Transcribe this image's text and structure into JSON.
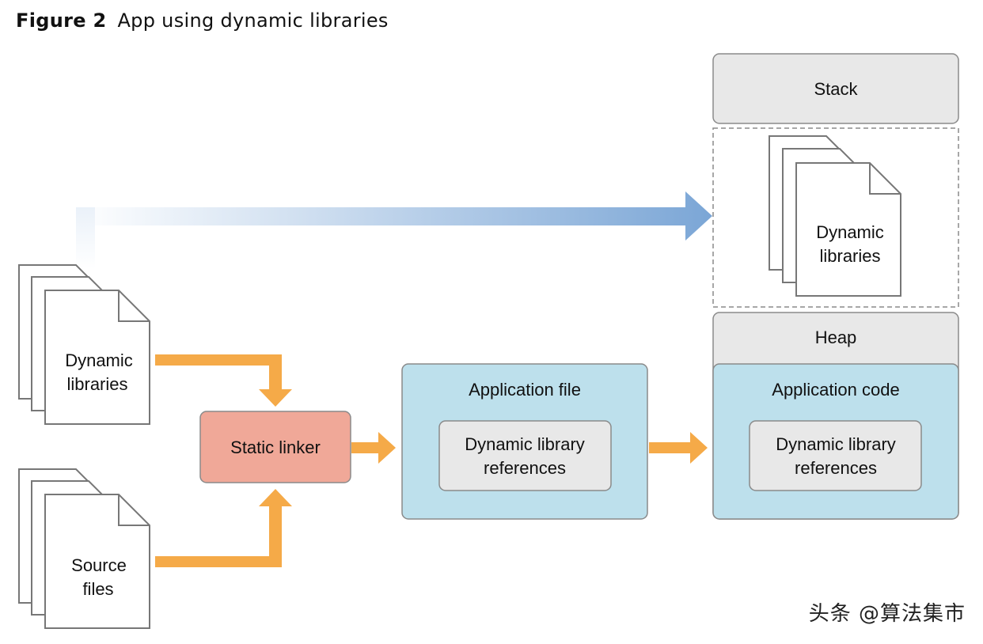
{
  "figure": {
    "label": "Figure 2",
    "title": "App using dynamic libraries"
  },
  "input_dynamic_libraries": [
    "Dynamic",
    "libraries"
  ],
  "input_source_files": [
    "Source",
    "files"
  ],
  "static_linker": "Static linker",
  "application_file": {
    "title": "Application file",
    "inner": [
      "Dynamic library",
      "references"
    ]
  },
  "memory": {
    "stack": "Stack",
    "loaded_dynamic_libraries": [
      "Dynamic",
      "libraries"
    ],
    "heap": "Heap",
    "application_code": {
      "title": "Application code",
      "inner": [
        "Dynamic library",
        "references"
      ]
    }
  },
  "watermark": "头条 @算法集市",
  "colors": {
    "arrow_orange": "#f5aa48",
    "arrow_blue": "#7ba6d6",
    "linker_fill": "#f0a898",
    "app_fill": "#bde0ec",
    "gray_fill": "#e8e8e8"
  }
}
